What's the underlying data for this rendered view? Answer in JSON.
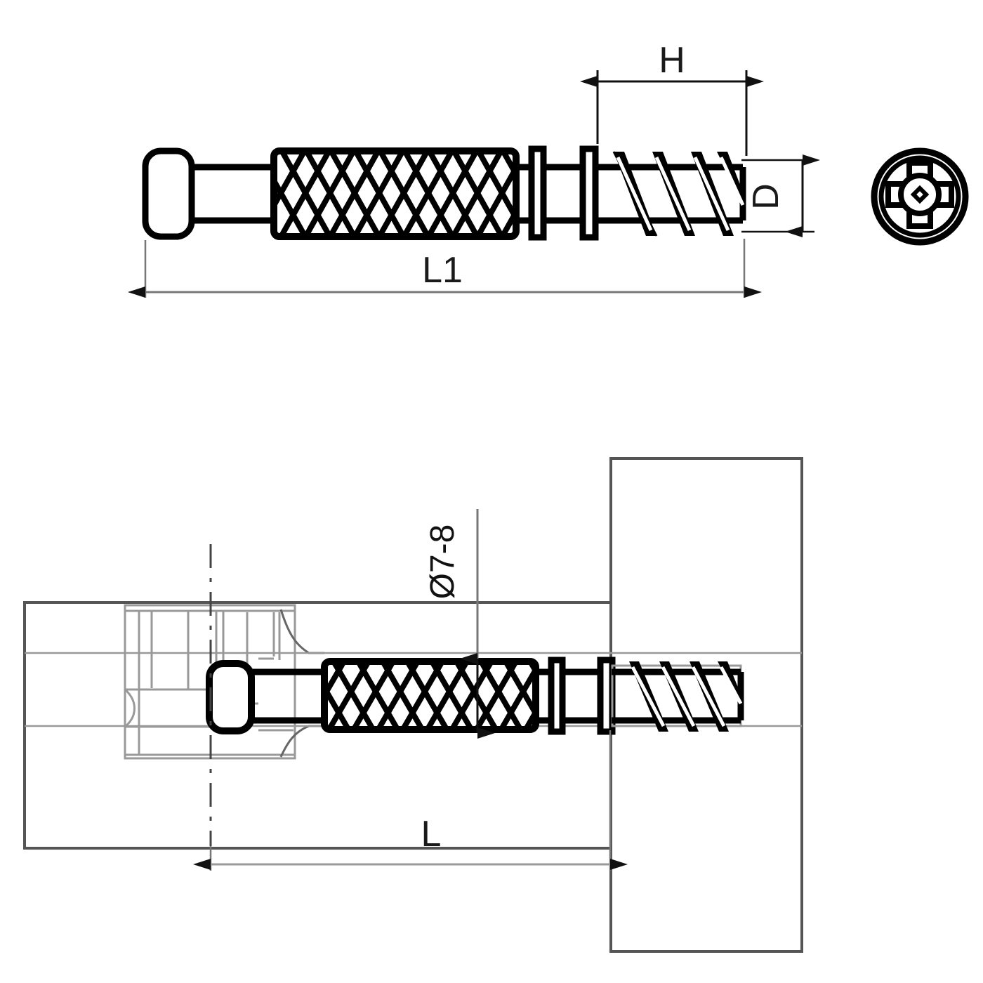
{
  "drawing": {
    "title": "Furniture connector bolt technical drawing",
    "type": "engineering-line-drawing",
    "background_color": "#ffffff",
    "line_color": "#000000",
    "thin_line_color": "#888888",
    "medium_line_color": "#555555"
  },
  "views": {
    "top_view": {
      "name": "elevation-view",
      "description": "Side elevation of connector bolt with head, shank, knurled section, two collar rings and wood thread"
    },
    "end_view": {
      "name": "end-view",
      "description": "End view of head showing cross drive recess"
    },
    "assembly_view": {
      "name": "assembly-section-view",
      "description": "Sectioned assembly of bolt joining two panels via cam housing"
    }
  },
  "dimensions": {
    "h": {
      "label": "H",
      "name": "thread-length-dimension",
      "orientation": "horizontal"
    },
    "d": {
      "label": "D",
      "name": "thread-diameter-dimension",
      "orientation": "vertical-rotated"
    },
    "l1": {
      "label": "L1",
      "name": "overall-length-dimension",
      "orientation": "horizontal"
    },
    "l": {
      "label": "L",
      "name": "installed-length-dimension",
      "orientation": "horizontal"
    },
    "bore": {
      "label": "Ø7-8",
      "name": "bore-diameter-dimension",
      "orientation": "vertical-rotated"
    }
  },
  "components": {
    "head": "bolt-head",
    "shank": "bolt-shank",
    "knurl": "knurled-section",
    "collar_one": "collar-ring-1",
    "collar_two": "collar-ring-2",
    "thread": "wood-thread",
    "cam_housing": "cam-housing",
    "left_panel": "left-panel",
    "right_panel": "right-panel",
    "drive_recess": "cross-drive-recess"
  }
}
